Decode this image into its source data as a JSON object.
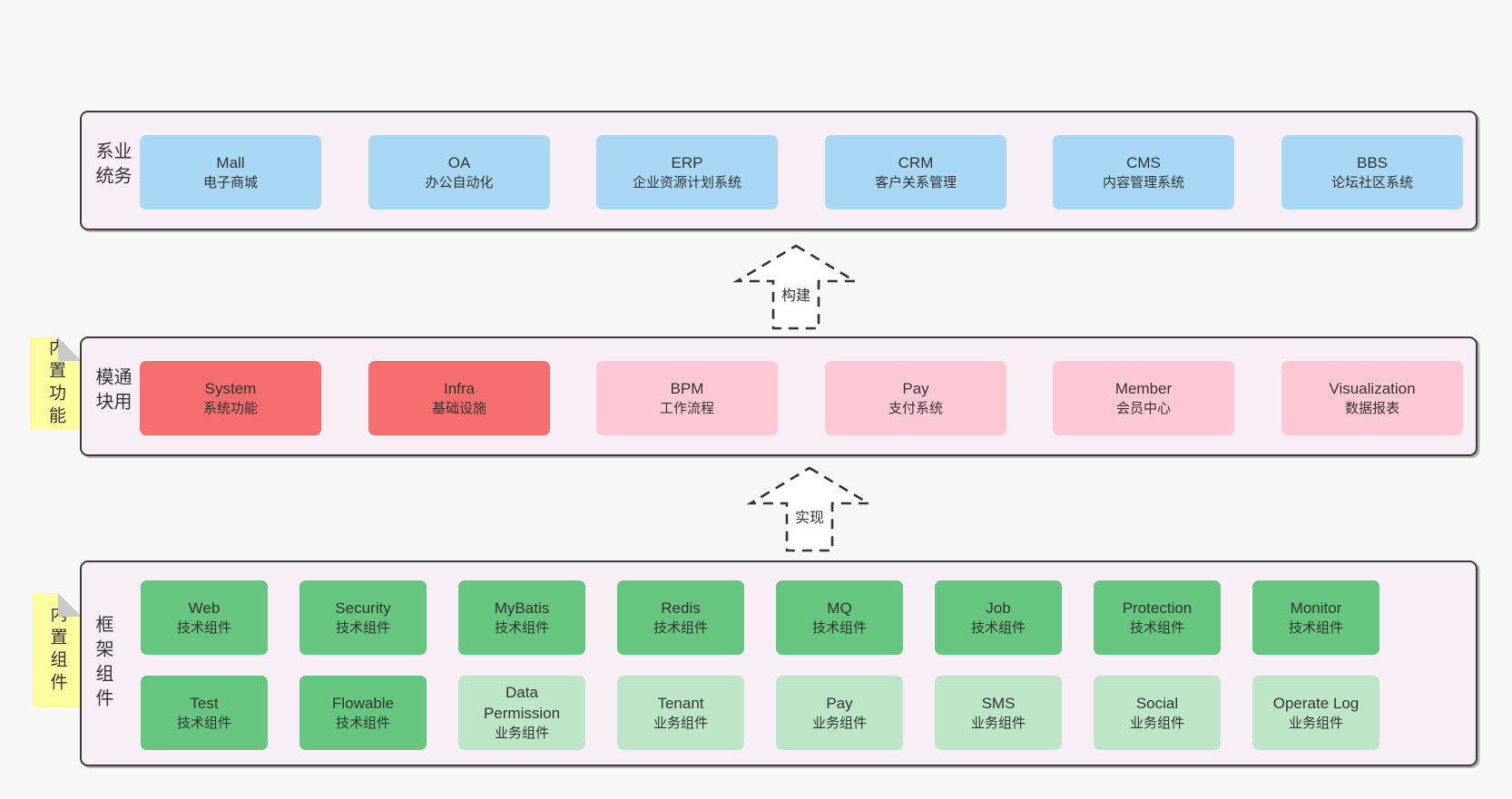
{
  "colors": {
    "page_bg": "#F7F7F7",
    "panel_bg": "#F8EEF6",
    "panel_border": "#3B3B3B",
    "blue": "#A8D8F4",
    "red": "#F56D6D",
    "pink": "#FFC9D3",
    "green": "#66C57E",
    "light_green": "#BDE6C6",
    "sticky_yellow": "#FCFC9F",
    "text": "#333333"
  },
  "arrows": [
    {
      "label": "构建",
      "direction": "up"
    },
    {
      "label": "实现",
      "direction": "up"
    }
  ],
  "sections": [
    {
      "label": "业务系统",
      "rows": [
        [
          {
            "title": "Mall",
            "subtitle": "电子商城",
            "color": "blue"
          },
          {
            "title": "OA",
            "subtitle": "办公自动化",
            "color": "blue"
          },
          {
            "title": "ERP",
            "subtitle": "企业资源计划系统",
            "color": "blue"
          },
          {
            "title": "CRM",
            "subtitle": "客户关系管理",
            "color": "blue"
          },
          {
            "title": "CMS",
            "subtitle": "内容管理系统",
            "color": "blue"
          },
          {
            "title": "BBS",
            "subtitle": "论坛社区系统",
            "color": "blue"
          }
        ]
      ]
    },
    {
      "label": "通用模块",
      "sticky": "内置功能",
      "rows": [
        [
          {
            "title": "System",
            "subtitle": "系统功能",
            "color": "red"
          },
          {
            "title": "Infra",
            "subtitle": "基础设施",
            "color": "red"
          },
          {
            "title": "BPM",
            "subtitle": "工作流程",
            "color": "pink"
          },
          {
            "title": "Pay",
            "subtitle": "支付系统",
            "color": "pink"
          },
          {
            "title": "Member",
            "subtitle": "会员中心",
            "color": "pink"
          },
          {
            "title": "Visualization",
            "subtitle": "数据报表",
            "color": "pink"
          }
        ]
      ]
    },
    {
      "label": "框架组件",
      "sticky": "内置组件",
      "rows": [
        [
          {
            "title": "Web",
            "subtitle": "技术组件",
            "color": "green"
          },
          {
            "title": "Security",
            "subtitle": "技术组件",
            "color": "green"
          },
          {
            "title": "MyBatis",
            "subtitle": "技术组件",
            "color": "green"
          },
          {
            "title": "Redis",
            "subtitle": "技术组件",
            "color": "green"
          },
          {
            "title": "MQ",
            "subtitle": "技术组件",
            "color": "green"
          },
          {
            "title": "Job",
            "subtitle": "技术组件",
            "color": "green"
          },
          {
            "title": "Protection",
            "subtitle": "技术组件",
            "color": "green"
          },
          {
            "title": "Monitor",
            "subtitle": "技术组件",
            "color": "green"
          }
        ],
        [
          {
            "title": "Test",
            "subtitle": "技术组件",
            "color": "green"
          },
          {
            "title": "Flowable",
            "subtitle": "技术组件",
            "color": "green"
          },
          {
            "title": "Data Permission",
            "subtitle": "业务组件",
            "color": "lightgreen"
          },
          {
            "title": "Tenant",
            "subtitle": "业务组件",
            "color": "lightgreen"
          },
          {
            "title": "Pay",
            "subtitle": "业务组件",
            "color": "lightgreen"
          },
          {
            "title": "SMS",
            "subtitle": "业务组件",
            "color": "lightgreen"
          },
          {
            "title": "Social",
            "subtitle": "业务组件",
            "color": "lightgreen"
          },
          {
            "title": "Operate Log",
            "subtitle": "业务组件",
            "color": "lightgreen"
          }
        ]
      ]
    }
  ]
}
